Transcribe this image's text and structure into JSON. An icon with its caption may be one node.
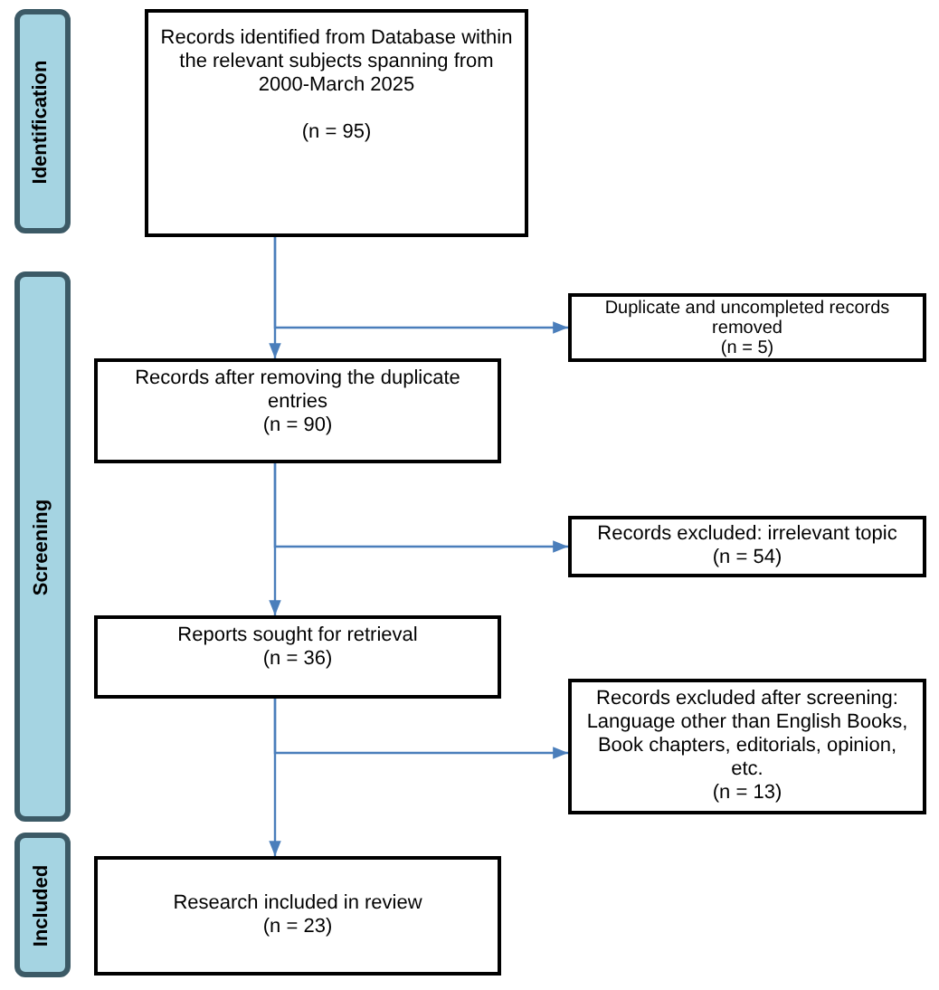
{
  "diagram": {
    "nodes": [
      {
        "text": [
          "Identification"
        ]
      },
      {
        "text": [
          "Records identified from Database within the relevant subjects spanning from 2000-March 2025",
          "(n = 95)"
        ]
      },
      {
        "text": [
          "Duplicate and uncompleted records removed",
          "(n = 5)"
        ]
      },
      {
        "text": [
          "Screening"
        ]
      },
      {
        "text": [
          "Records after removing the duplicate entries",
          "(n = 90)"
        ]
      },
      {
        "text": [
          "Records excluded: irrelevant topic",
          "(n = 54)"
        ]
      },
      {
        "text": [
          "Reports sought for retrieval",
          "(n = 36)"
        ]
      },
      {
        "text": [
          "Records excluded after screening: Language other than English Books, Book chapters, editorials, opinion, etc.",
          "(n = 13)"
        ]
      },
      {
        "text": [
          "Included"
        ]
      },
      {
        "text": [
          "Research included in review",
          "(n = 23)"
        ]
      }
    ],
    "edges": [
      {
        "from": 1,
        "to": 4,
        "arrow": "to"
      },
      {
        "from": 1,
        "to": 2,
        "arrow": "to"
      },
      {
        "from": 4,
        "to": 6,
        "arrow": "to"
      },
      {
        "from": 4,
        "to": 5,
        "arrow": "to"
      },
      {
        "from": 6,
        "to": 9,
        "arrow": "to"
      },
      {
        "from": 6,
        "to": 7,
        "arrow": "to"
      }
    ]
  }
}
